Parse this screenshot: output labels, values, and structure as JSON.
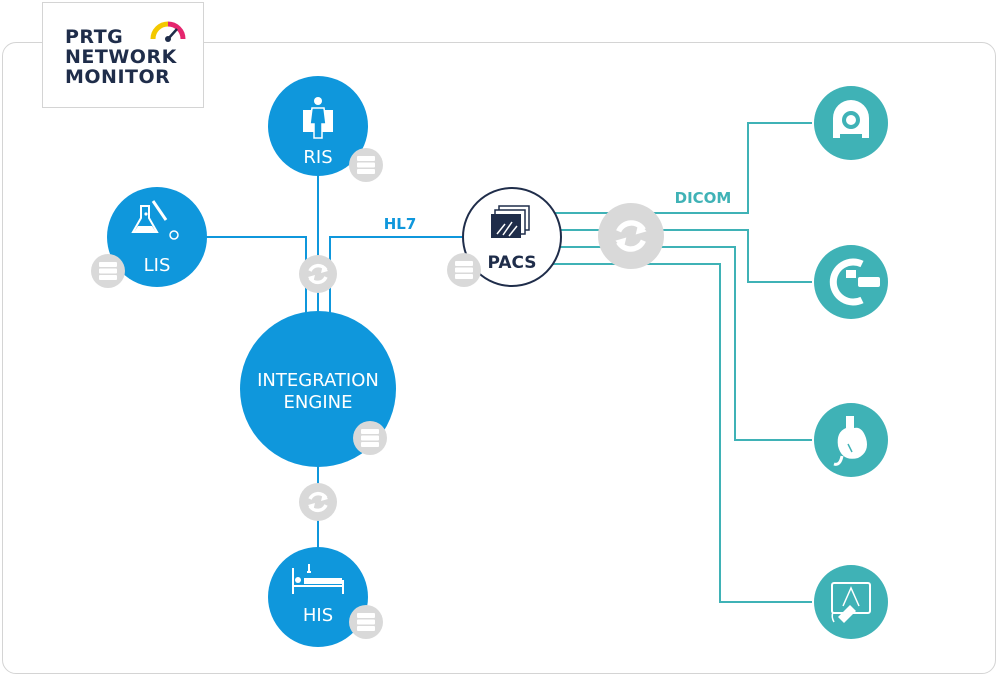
{
  "logo": {
    "line1": "PRTG",
    "line2": "NETWORK",
    "line3": "MONITOR"
  },
  "nodes": {
    "ris": {
      "label": "RIS"
    },
    "lis": {
      "label": "LIS"
    },
    "integration": {
      "line1": "INTEGRATION",
      "line2": "ENGINE"
    },
    "his": {
      "label": "HIS"
    },
    "pacs": {
      "label": "PACS"
    }
  },
  "links": {
    "hl7": "HL7",
    "dicom": "DICOM"
  },
  "devices": [
    {
      "icon": "ct-scanner-icon"
    },
    {
      "icon": "c-arm-xray-icon"
    },
    {
      "icon": "endoscopy-stomach-icon"
    },
    {
      "icon": "ultrasound-icon"
    }
  ],
  "colors": {
    "system_blue": "#0f97dc",
    "modality_teal": "#3fb2b6",
    "sync_gray": "#d9d9d9",
    "navy": "#1f2d4a",
    "logo_gauge_red": "#e5266e",
    "logo_gauge_yellow": "#f3c800"
  }
}
